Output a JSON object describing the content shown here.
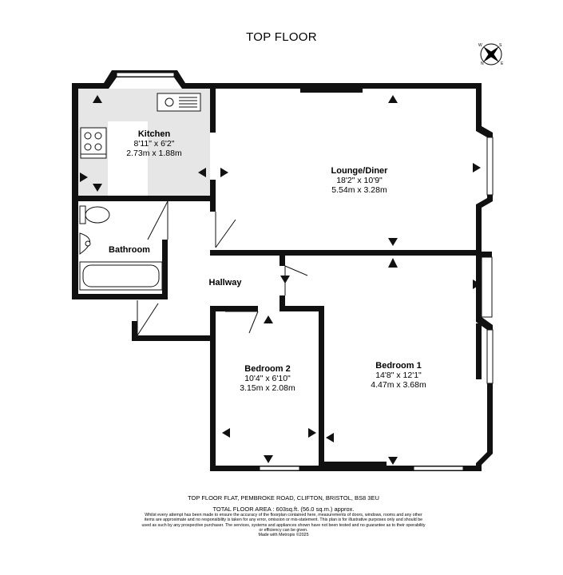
{
  "title": "TOP FLOOR",
  "compass": {
    "icon": "compass-rose-icon",
    "points": [
      "N",
      "S",
      "E",
      "W"
    ]
  },
  "rooms": {
    "kitchen": {
      "name": "Kitchen",
      "imperial": "8'11\"  x 6'2\"",
      "metric": "2.73m  x 1.88m"
    },
    "lounge": {
      "name": "Lounge/Diner",
      "imperial": "18'2\"  x 10'9\"",
      "metric": "5.54m  x 3.28m"
    },
    "bathroom": {
      "name": "Bathroom"
    },
    "hallway": {
      "name": "Hallway"
    },
    "bedroom2": {
      "name": "Bedroom 2",
      "imperial": "10'4\"  x 6'10\"",
      "metric": "3.15m  x 2.08m"
    },
    "bedroom1": {
      "name": "Bedroom 1",
      "imperial": "14'8\"  x 12'1\"",
      "metric": "4.47m  x 3.68m"
    }
  },
  "footer": {
    "address": "TOP FLOOR FLAT, PEMBROKE ROAD, CLIFTON, BRISTOL, BS8 3EU",
    "area": "TOTAL FLOOR AREA : 603sq.ft. (56.0 sq.m.) approx.",
    "disclaimer": "Whilst every attempt has been made to ensure the accuracy of the floorplan contained here, measurements of doors, windows, rooms and any other items are approximate and no responsibility is taken for any error, omission or mis-statement. This plan is for illustrative purposes only and should be used as such by any prospective purchaser. The services, systems and appliances shown have not been tested and no guarantee as to their operability or efficiency can be given.",
    "credit": "Made with Metropix ©2025"
  },
  "colors": {
    "wall": "#111111",
    "kitchen_floor": "#e6e6e6",
    "window": "#ffffff",
    "arrow": "#111111"
  }
}
